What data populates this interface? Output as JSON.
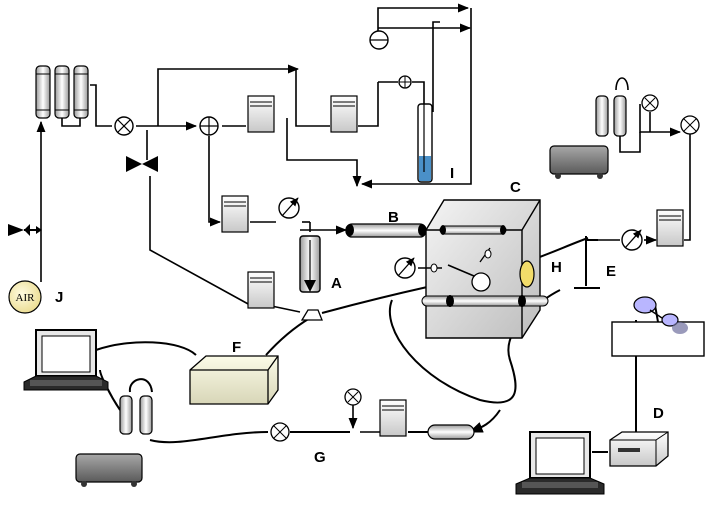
{
  "labels": {
    "A": "A",
    "B": "B",
    "C": "C",
    "D": "D",
    "E": "E",
    "F": "F",
    "G": "G",
    "H": "H",
    "I": "I",
    "J": "J"
  },
  "air_source_text": "AIR",
  "colors": {
    "line": "#000000",
    "liquid": "#4a90c8",
    "chamber_window": "#f2dc6a",
    "device_body": "#7a7a7a",
    "box_fill": "#f0f0e0"
  }
}
